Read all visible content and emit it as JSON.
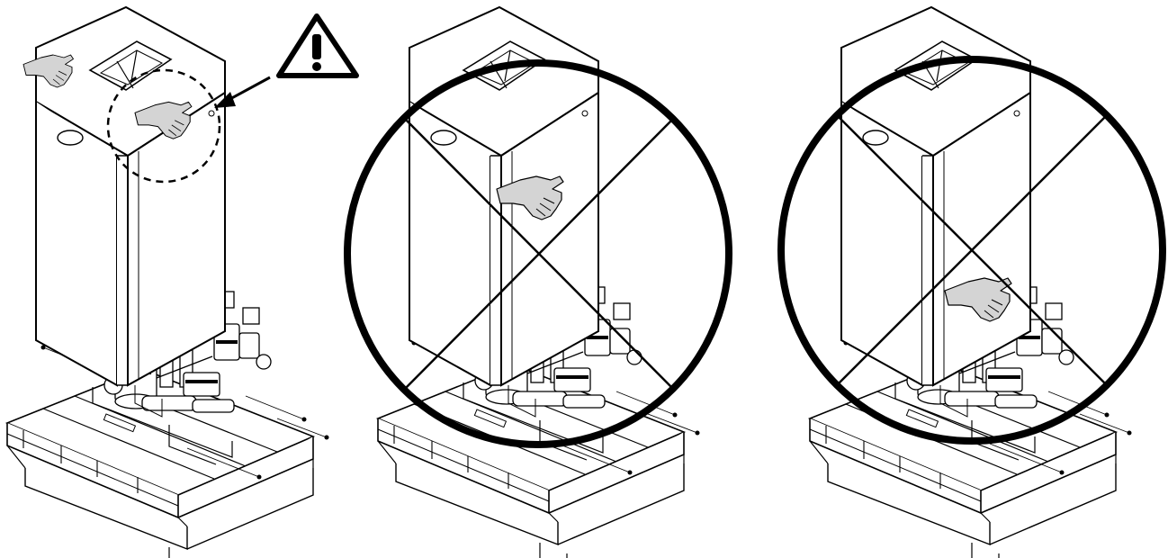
{
  "figure": {
    "panels": [
      {
        "id": "panel-1",
        "status": "correct",
        "hand_position": "top-cover"
      },
      {
        "id": "panel-2",
        "status": "prohibited",
        "hand_position": "front-upper"
      },
      {
        "id": "panel-3",
        "status": "prohibited",
        "hand_position": "front-middle"
      }
    ],
    "warning_symbol": "exclamation",
    "icons": {
      "warning": "warning-triangle-icon",
      "prohibited": "prohibition-circle-icon",
      "hand": "hand-icon"
    },
    "colors": {
      "line": "#000000",
      "hand_fill": "#d4d4d4",
      "background": "#ffffff"
    }
  }
}
